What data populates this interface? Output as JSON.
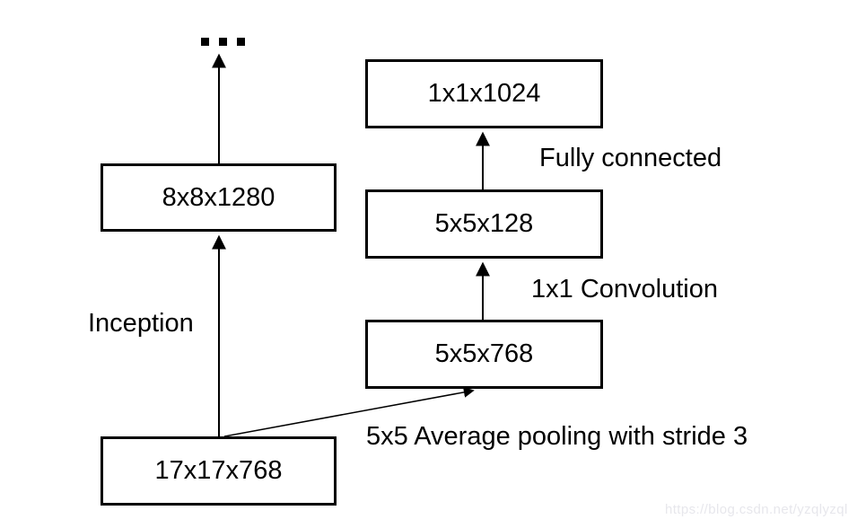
{
  "diagram": {
    "type": "neural-network-architecture",
    "nodes": {
      "feat8": {
        "label": "8x8x1280"
      },
      "feat17": {
        "label": "17x17x768"
      },
      "fc_out": {
        "label": "1x1x1024"
      },
      "conv_out": {
        "label": "5x5x128"
      },
      "pool_out": {
        "label": "5x5x768"
      }
    },
    "edge_labels": {
      "inception": "Inception",
      "fully_connected": "Fully connected",
      "conv1x1": "1x1 Convolution",
      "avg_pool": "5x5 Average pooling with stride 3"
    },
    "ellipsis": "...",
    "watermark": "https://blog.csdn.net/yzqlyzql",
    "colors": {
      "line": "#000000",
      "box_border": "#000000",
      "box_fill": "#ffffff",
      "text": "#000000",
      "watermark": "#e7e7ec"
    }
  }
}
